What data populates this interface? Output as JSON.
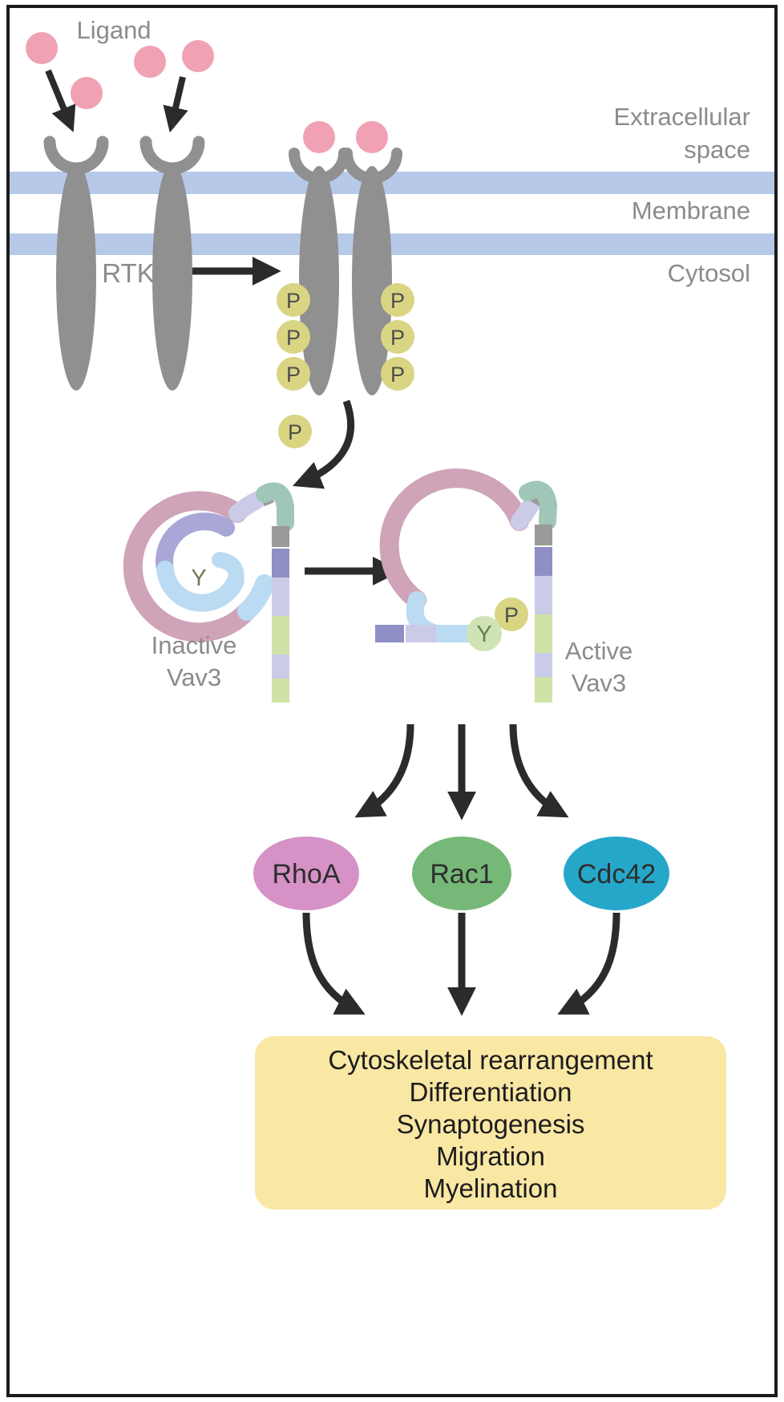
{
  "labels": {
    "ligand": "Ligand",
    "extracellular_1": "Extracellular",
    "extracellular_2": "space",
    "membrane": "Membrane",
    "cytosol": "Cytosol",
    "rtk": "RTK",
    "phospho": "P",
    "tyrosine": "Y",
    "inactive_1": "Inactive",
    "inactive_2": "Vav3",
    "active_1": "Active",
    "active_2": "Vav3"
  },
  "gtpases": [
    "RhoA",
    "Rac1",
    "Cdc42"
  ],
  "outcomes": [
    "Cytoskeletal rearrangement",
    "Differentiation",
    "Synaptogenesis",
    "Migration",
    "Myelination"
  ],
  "colors": {
    "ligand": "#f0a1b3",
    "receptor": "#909090",
    "membrane": "#b7c9e8",
    "phospho": "#d9d583",
    "tyrosine_circle": "#cfe3b4",
    "rhoa": "#d691c6",
    "rac1": "#76b877",
    "cdc42": "#25a7ca",
    "outcome_box": "#f9e7a4",
    "arrow": "#2b2b2b",
    "label_gray": "#8b8b8b",
    "vav3_pink": "#cfa3b8",
    "vav3_periwinkle": "#a8a7d6",
    "vav3_lightblue": "#badbf2",
    "vav3_teal": "#a0c6b8",
    "vav3_green": "#cfe2a8",
    "vav3_purple": "#8f8ec5",
    "vav3_pale_lavender": "#cbcbe8",
    "vav3_connector_gray": "#9a9a9a"
  }
}
